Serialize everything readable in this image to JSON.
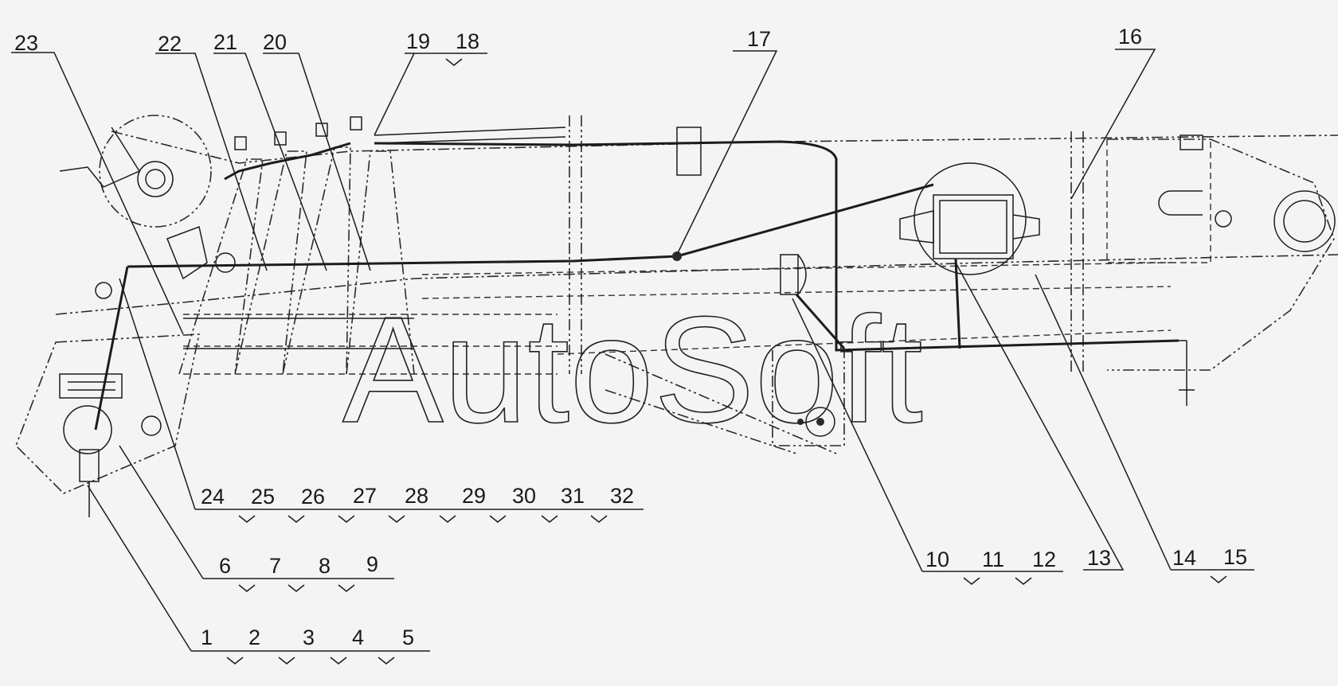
{
  "callouts": [
    {
      "id": "23",
      "label": "23"
    },
    {
      "id": "22",
      "label": "22"
    },
    {
      "id": "21",
      "label": "21"
    },
    {
      "id": "20",
      "label": "20"
    },
    {
      "id": "19",
      "label": "19"
    },
    {
      "id": "18",
      "label": "18"
    },
    {
      "id": "17",
      "label": "17"
    },
    {
      "id": "16",
      "label": "16"
    },
    {
      "id": "24",
      "label": "24"
    },
    {
      "id": "25",
      "label": "25"
    },
    {
      "id": "26",
      "label": "26"
    },
    {
      "id": "27",
      "label": "27"
    },
    {
      "id": "28",
      "label": "28"
    },
    {
      "id": "29",
      "label": "29"
    },
    {
      "id": "30",
      "label": "30"
    },
    {
      "id": "31",
      "label": "31"
    },
    {
      "id": "32",
      "label": "32"
    },
    {
      "id": "6",
      "label": "6"
    },
    {
      "id": "7",
      "label": "7"
    },
    {
      "id": "8",
      "label": "8"
    },
    {
      "id": "9",
      "label": "9"
    },
    {
      "id": "1",
      "label": "1"
    },
    {
      "id": "2",
      "label": "2"
    },
    {
      "id": "3",
      "label": "3"
    },
    {
      "id": "4",
      "label": "4"
    },
    {
      "id": "5",
      "label": "5"
    },
    {
      "id": "10",
      "label": "10"
    },
    {
      "id": "11",
      "label": "11"
    },
    {
      "id": "12",
      "label": "12"
    },
    {
      "id": "13",
      "label": "13"
    },
    {
      "id": "14",
      "label": "14"
    },
    {
      "id": "15",
      "label": "15"
    }
  ],
  "watermark": "AutoSoft",
  "colors": {
    "background": "#f4f4f4",
    "ink": "#1c1c1c"
  }
}
